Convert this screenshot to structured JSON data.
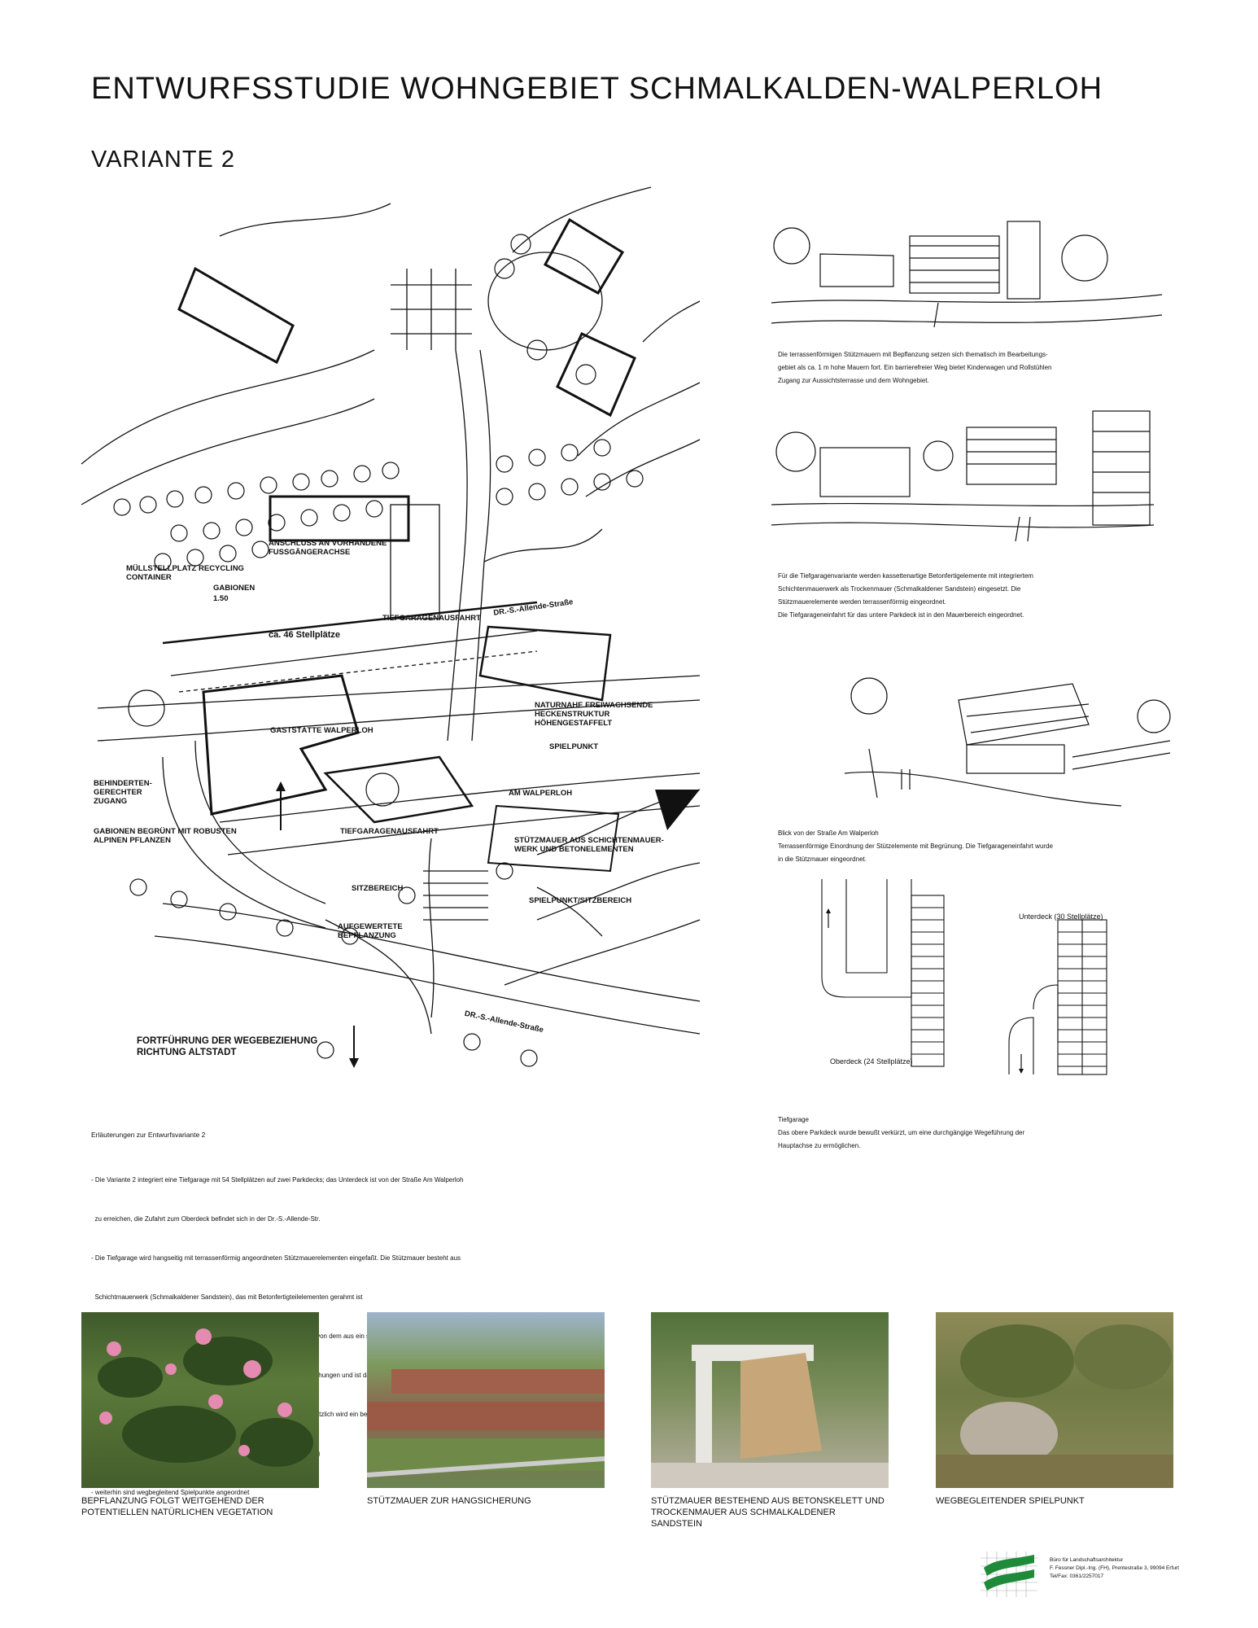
{
  "header": {
    "title": "ENTWURFSSTUDIE WOHNGEBIET SCHMALKALDEN-WALPERLOH",
    "subtitle": "VARIANTE 2"
  },
  "plan": {
    "labels": {
      "anschluss": "ANSCHLUSS AN VORHANDENE FUSSGÄNGERACHSE",
      "muell": "MÜLLSTELLPLATZ RECYCLING CONTAINER",
      "gabionen": "GABIONEN",
      "gabionen_h": "1.50",
      "allende_top": "DR.-S.-Allende-Straße",
      "tg_ausfahrt_top": "TIEFGARAGENAUSFAHRT",
      "stellplaetze": "ca. 46 Stellplätze",
      "gaststaette": "GASTSTÄTTE WALPERLOH",
      "naturnahe": "NATURNAHE FREIWACHSENDE HECKENSTRUKTUR HÖHENGESTAFFELT",
      "spielpunkt": "SPIELPUNKT",
      "behinderten": "BEHINDERTEN-GERECHTER ZUGANG",
      "am_walperloh": "AM WALPERLOH",
      "gabionen_begruent": "GABIONEN BEGRÜNT MIT ROBUSTEN ALPINEN PFLANZEN",
      "tg_ausfahrt": "TIEFGARAGENAUSFAHRT",
      "stuetzmauer": "STÜTZMAUER AUS SCHICHTENMAUER-WERK UND BETONELEMENTEN",
      "sitzbereich": "SITZBEREICH",
      "spielpunkt_sitz": "SPIELPUNKT/SITZBEREICH",
      "aufgewertete": "AUFGEWERTETE BEPFLANZUNG",
      "fortfuehrung": "FORTFÜHRUNG DER WEGEBEZIEHUNG RICHTUNG ALTSTADT",
      "allende_bottom": "DR.-S.-Allende-Straße"
    }
  },
  "sketches": {
    "s1_lines": [
      "Die terrassenförmigen Stützmauern mit Bepflanzung setzen sich thematisch im Bearbeitungs-",
      "gebiet als ca. 1 m hohe Mauern fort. Ein barrierefreier Weg bietet Kinderwagen und Rollstühlen",
      "Zugang zur Aussichtsterrasse und dem Wohngebiet."
    ],
    "s2_lines": [
      "Für die Tiefgaragenvariante werden kassettenartige Betonfertigelemente mit integriertem",
      "Schichtenmauerwerk als Trockenmauer (Schmalkaldener Sandstein) eingesetzt. Die",
      "Stützmauerelemente werden terrassenförmig eingeordnet.",
      "Die Tiefgarageneinfahrt für das untere Parkdeck ist in den Mauerbereich eingeordnet."
    ],
    "s3_lines": [
      "Blick von der Straße Am Walperloh",
      "Terrassenförmige Einordnung der Stützelemente mit Begrünung. Die Tiefgarageneinfahrt wurde",
      "in die Stützmauer eingeordnet."
    ]
  },
  "garage": {
    "unterdeck": "Unterdeck (30 Stellplätze)",
    "oberdeck": "Oberdeck (24 Stellplätze)",
    "caption_lines": [
      "Tiefgarage",
      "Das obere Parkdeck wurde bewußt verkürzt, um eine durchgängige Wegeführung der",
      "Hauptachse zu ermöglichen."
    ]
  },
  "explanation": {
    "heading": "Erläuterungen zur Entwurfsvariante 2",
    "lines": [
      "- Die Variante 2 integriert eine Tiefgarage mit 54 Stellplätzen auf zwei Parkdecks; das Unterdeck ist von der Straße Am Walperloh",
      "  zu erreichen, die Zufahrt zum Oberdeck befindet sich in der Dr.-S.-Allende-Str.",
      "- Die Tiefgarage wird hangseitig mit terrassenförmig angeordneten Stützmauerelementen eingefaßt. Die Stützmauer besteht aus",
      "  Schichtmauerwerk (Schmalkaldener Sandstein), das mit Betonfertigteilelementen gerahmt ist",
      "- östlich der Gaststätte \"Am Walperloh\" wird ein Aussichtsplateau angeordnet, von dem aus ein schöner Blick zur Altstadt möglich ist",
      "- Auch die Sonnenterrasse südlich der Gaststätte bietet weiträumige Blickbeziehungen und ist daher für die Gaststätte ideal nutzbar",
      "- die Höhensprünge werden auf dem Hauptweg mit Treppen überwunden, zusätzlich wird ein behindertengerechter Weg angeboten",
      "- der Hauptweg ist umgeben von einer robusten, naturnahen Rahmenpflanzung",
      "- weiterhin sind wegbegleitend Spielpunkte angeordnet"
    ]
  },
  "photos": [
    {
      "caption": "BEPFLANZUNG FOLGT WEITGEHEND DER POTENTIELLEN NATÜRLICHEN VEGETATION"
    },
    {
      "caption": "STÜTZMAUER ZUR HANGSICHERUNG"
    },
    {
      "caption": "STÜTZMAUER BESTEHEND AUS BETONSKELETT UND TROCKENMAUER AUS SCHMALKALDENER SANDSTEIN"
    },
    {
      "caption": "WEGBEGLEITENDER SPIELPUNKT"
    }
  ],
  "footer": {
    "office_lines": [
      "Büro für Landschaftsarchitektur",
      "F. Fessner Dipl.-Ing. (FH), Prentestraße 3, 99094 Erfurt",
      "Tel/Fax: 0361/2257017"
    ]
  },
  "colors": {
    "logo_green": "#1f8a3a",
    "ink": "#111111"
  }
}
